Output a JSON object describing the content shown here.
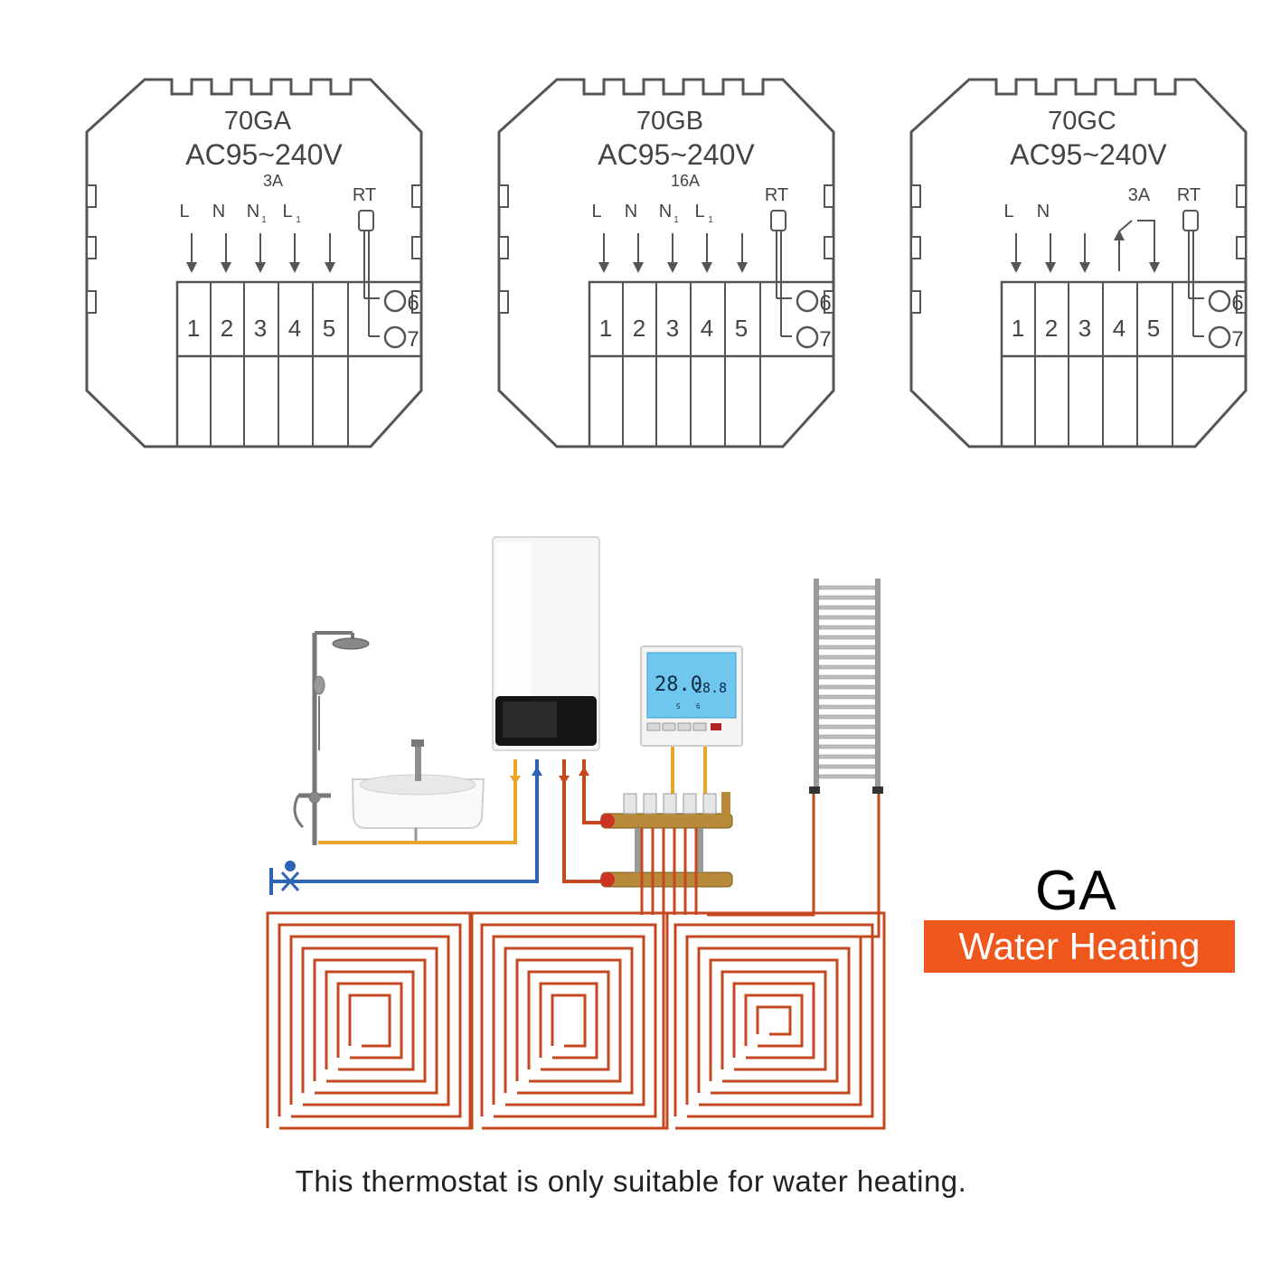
{
  "modules": [
    {
      "model": "70GA",
      "voltage": "AC95~240V",
      "current": "3A",
      "terminals_top": [
        "L",
        "N",
        "N",
        "L",
        "",
        ""
      ],
      "subs": [
        "",
        "",
        "1",
        "1"
      ],
      "numbers": [
        "1",
        "2",
        "3",
        "4",
        "5"
      ],
      "sensor": "RT",
      "extra": [
        "6",
        "7"
      ],
      "relay": false
    },
    {
      "model": "70GB",
      "voltage": "AC95~240V",
      "current": "16A",
      "terminals_top": [
        "L",
        "N",
        "N",
        "L",
        "",
        ""
      ],
      "subs": [
        "",
        "",
        "1",
        "1"
      ],
      "numbers": [
        "1",
        "2",
        "3",
        "4",
        "5"
      ],
      "sensor": "RT",
      "extra": [
        "6",
        "7"
      ],
      "relay": false
    },
    {
      "model": "70GC",
      "voltage": "AC95~240V",
      "current": "3A",
      "terminals_top": [
        "L",
        "N",
        "",
        "",
        "",
        ""
      ],
      "subs": [
        "",
        "",
        "",
        ""
      ],
      "numbers": [
        "1",
        "2",
        "3",
        "4",
        "5"
      ],
      "sensor": "RT",
      "extra": [
        "6",
        "7"
      ],
      "relay": true
    }
  ],
  "thermostat": {
    "set_temp": "28.0",
    "room_temp": "28.8",
    "small_left": "5",
    "small_right": "6"
  },
  "system_label": "GA",
  "badge": {
    "text": "Water Heating",
    "color": "#f0571c"
  },
  "caption": "This thermostat is only suitable for water heating.",
  "colors": {
    "hot": "#e8a52a",
    "cold": "#2e64b5",
    "floor": "#c4471f"
  }
}
